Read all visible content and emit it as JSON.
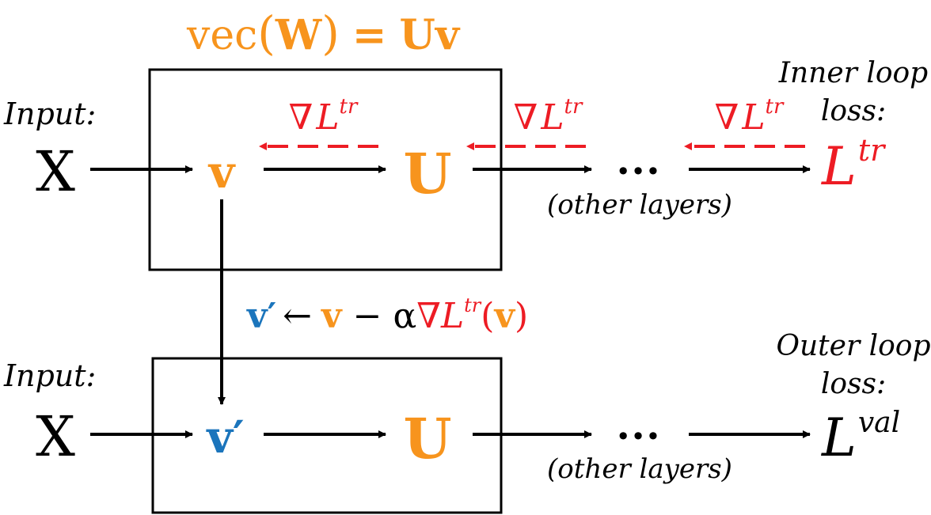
{
  "colors": {
    "orange": "#f7941d",
    "red": "#ed1c24",
    "blue": "#1b75bc",
    "black": "#000000"
  },
  "title": {
    "vec": "vec",
    "open_paren": "(",
    "W": "W",
    "close_paren": ")",
    "equals": "=",
    "Uv": "Uv"
  },
  "inputs": {
    "label": "Input:",
    "x_symbol": "X"
  },
  "nodes": {
    "v": "v",
    "v_prime": "v′",
    "U": "U",
    "ellipsis": "•••",
    "other_layers": "(other layers)"
  },
  "gradient": {
    "nabla": "∇",
    "L": "L",
    "tr": "tr"
  },
  "update_rule": {
    "v_prime": "v′",
    "arrow": "←",
    "v": "v",
    "minus_alpha": "− α",
    "nabla": "∇",
    "L": "L",
    "tr": "tr",
    "arg_open": "(",
    "arg_v": "v",
    "arg_close": ")"
  },
  "inner_loss": {
    "line1": "Inner loop",
    "line2": "loss:",
    "L": "L",
    "tr": "tr"
  },
  "outer_loss": {
    "line1": "Outer loop",
    "line2": "loss:",
    "L": "L",
    "val": "val"
  }
}
